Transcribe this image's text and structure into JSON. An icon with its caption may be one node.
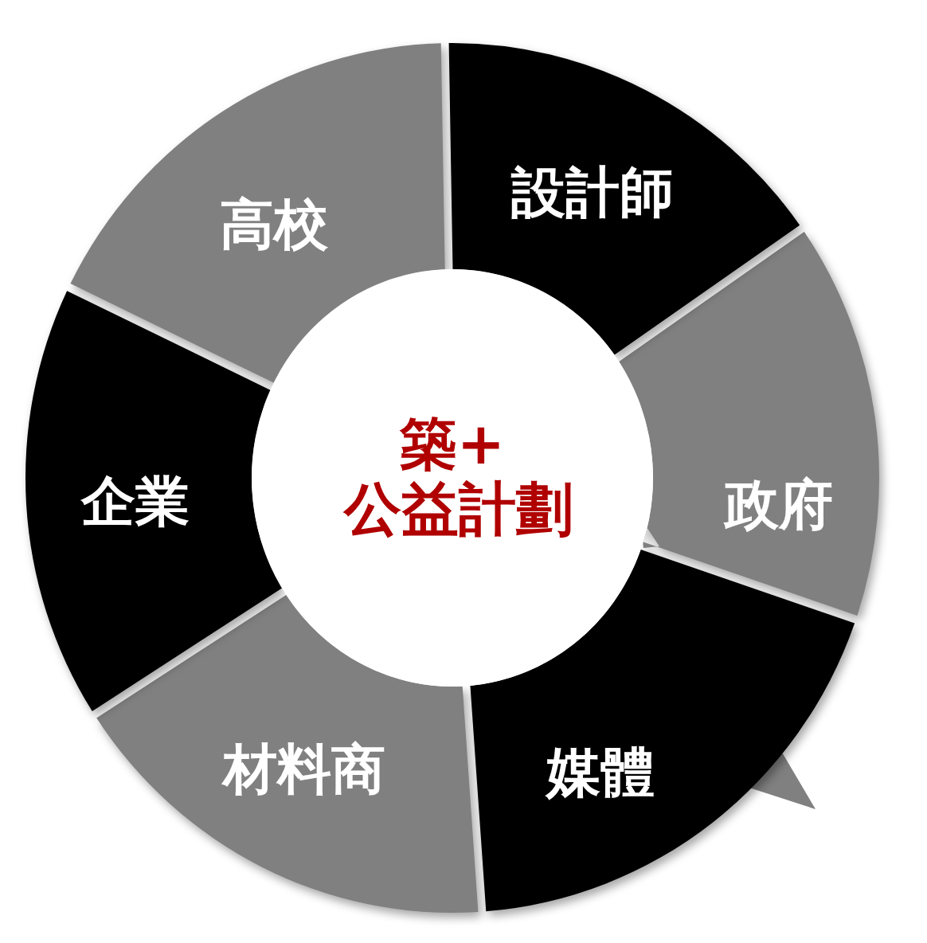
{
  "diagram": {
    "nodes": [
      {
        "text": [
          "築+",
          "公益計劃"
        ]
      },
      {
        "text": [
          "設計師"
        ]
      },
      {
        "text": [
          "政府"
        ]
      },
      {
        "text": [
          "媒體"
        ]
      },
      {
        "text": [
          "材料商"
        ]
      },
      {
        "text": [
          "企業"
        ]
      },
      {
        "text": [
          "高校"
        ]
      }
    ]
  }
}
